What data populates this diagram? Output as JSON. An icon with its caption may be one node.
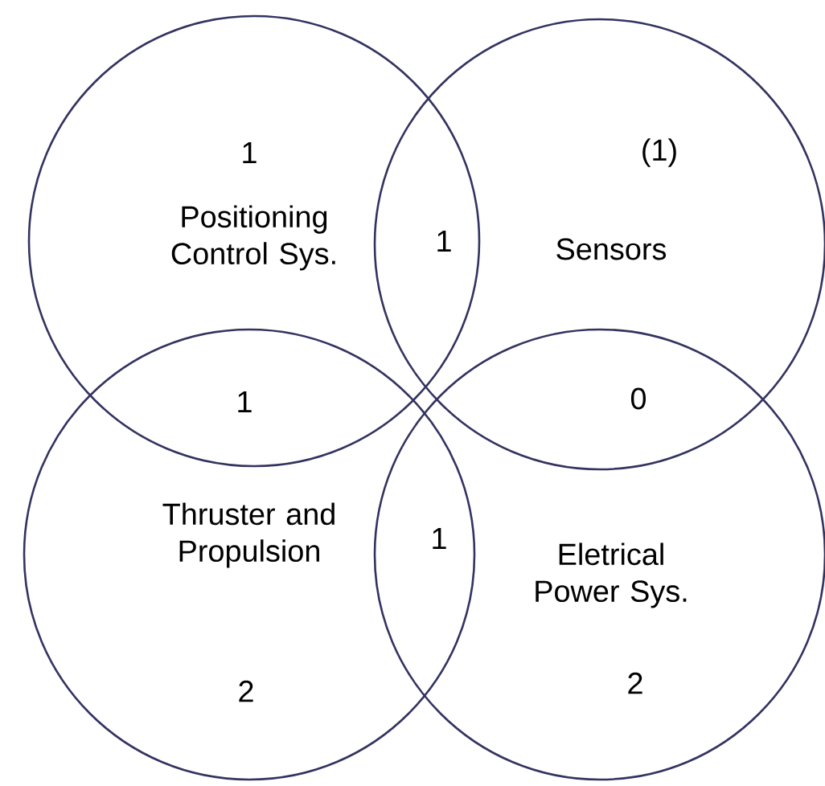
{
  "diagram": {
    "nodes": [
      {
        "text": [
          "1",
          "Positioning Control Sys."
        ]
      },
      {
        "text": [
          "(1)",
          "Sensors"
        ]
      },
      {
        "text": [
          "Thruster and Propulsion",
          "2"
        ]
      },
      {
        "text": [
          "Eletrical Power Sys.",
          "2"
        ]
      }
    ],
    "labels": [
      "1",
      "1",
      "0",
      "1"
    ]
  }
}
